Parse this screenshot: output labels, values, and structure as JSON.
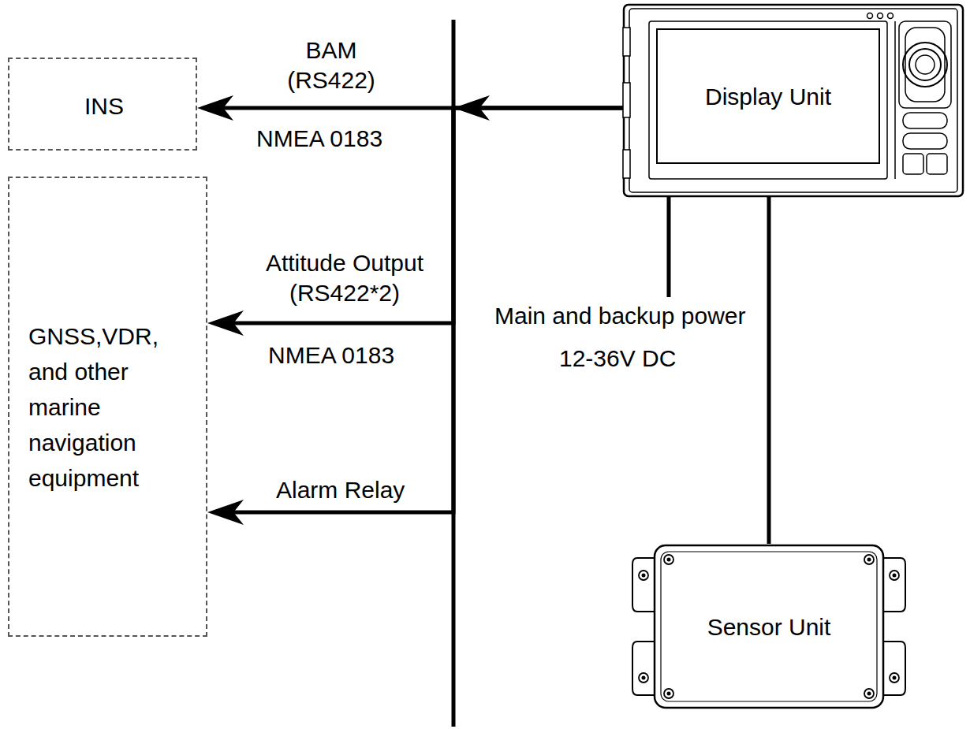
{
  "diagram": {
    "nodes": [
      {
        "text": [
          "INS"
        ]
      },
      {
        "text": [
          "GNSS,VDR, and other marine navigation equipment"
        ]
      },
      {
        "text": [
          "Display Unit"
        ]
      },
      {
        "text": [
          "Sensor Unit"
        ]
      }
    ],
    "edges": [
      {
        "from": 2,
        "to": 0,
        "arrow": "both",
        "label": "BAM (RS422)"
      },
      {
        "from": 2,
        "to": 1,
        "arrow": "to",
        "label": "Attitude Output (RS422*2)"
      },
      {
        "from": 2,
        "to": 1,
        "arrow": "to",
        "label": "Alarm Relay"
      },
      {
        "from": 3,
        "to": 2,
        "arrow": "none"
      }
    ],
    "labels": [
      "NMEA 0183",
      "NMEA 0183",
      "Main and backup power",
      "12-36V DC"
    ]
  }
}
